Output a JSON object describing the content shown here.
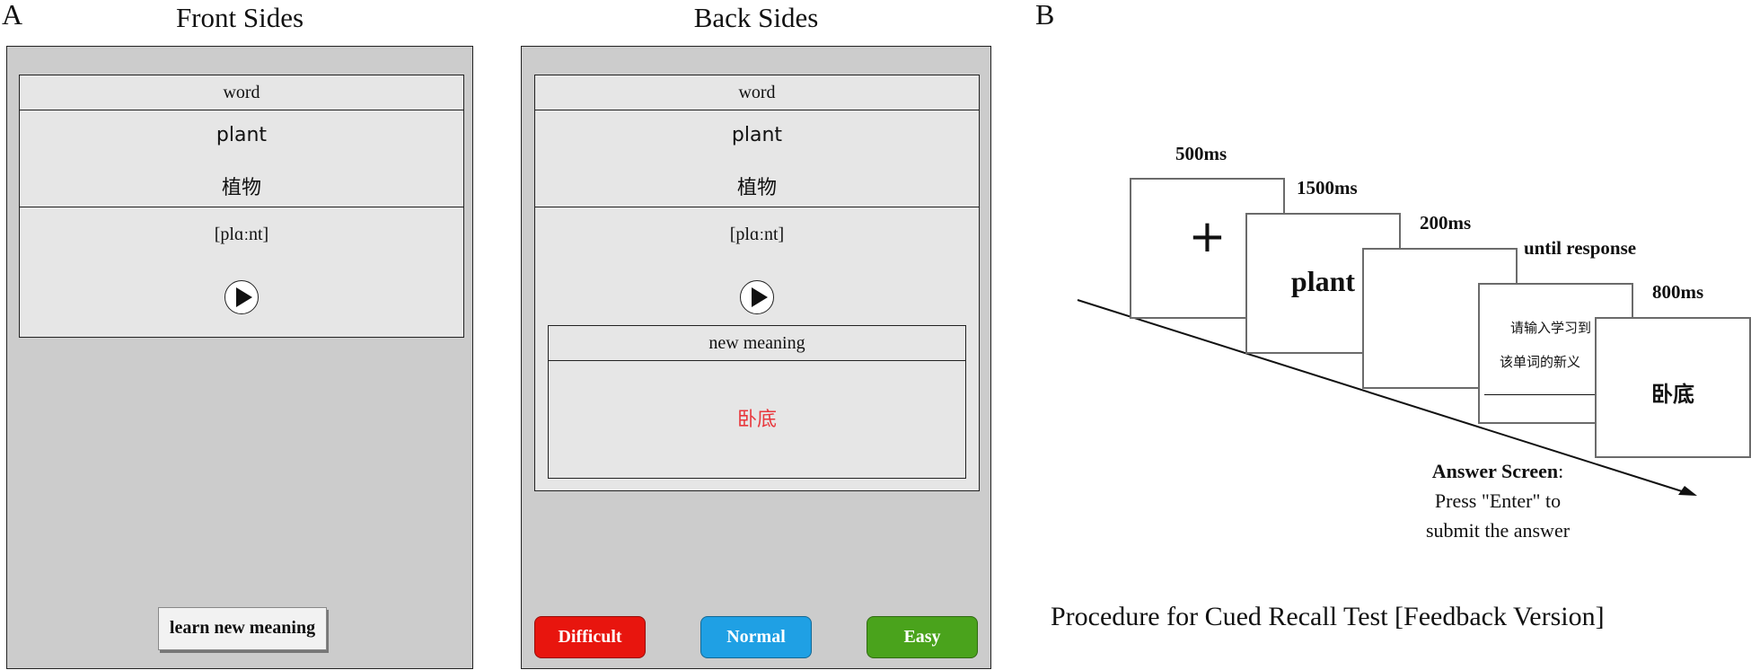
{
  "panel_a": {
    "letter": "A",
    "front": {
      "heading": "Front Sides",
      "header_label": "word",
      "word": "plant",
      "translation": "植物",
      "phonetic": "[plɑːnt]",
      "button_label": "learn new meaning"
    },
    "back": {
      "heading": "Back Sides",
      "header_label": "word",
      "word": "plant",
      "translation": "植物",
      "phonetic": "[plɑːnt]",
      "new_meaning_label": "new meaning",
      "new_meaning": "卧底",
      "buttons": [
        {
          "label": "Difficult",
          "color": "#e8150e"
        },
        {
          "label": "Normal",
          "color": "#1fa0e4"
        },
        {
          "label": "Easy",
          "color": "#4aa31c"
        }
      ]
    }
  },
  "panel_b": {
    "letter": "B",
    "timings": [
      "500ms",
      "1500ms",
      "200ms",
      "until response",
      "800ms"
    ],
    "fixation": "+",
    "cue_word": "plant",
    "prompt_line1": "请输入学习到",
    "prompt_line2": "该单词的新义",
    "feedback": "卧底",
    "answer_title": "Answer Screen",
    "answer_colon": ":",
    "answer_line2": "Press \"Enter\" to",
    "answer_line3": "submit the answer",
    "caption": "Procedure for Cued Recall Test [Feedback Version]"
  },
  "colors": {
    "card_bg": "#cccccc",
    "box_bg": "#e6e6e6",
    "new_meaning_text": "#e8383d"
  }
}
